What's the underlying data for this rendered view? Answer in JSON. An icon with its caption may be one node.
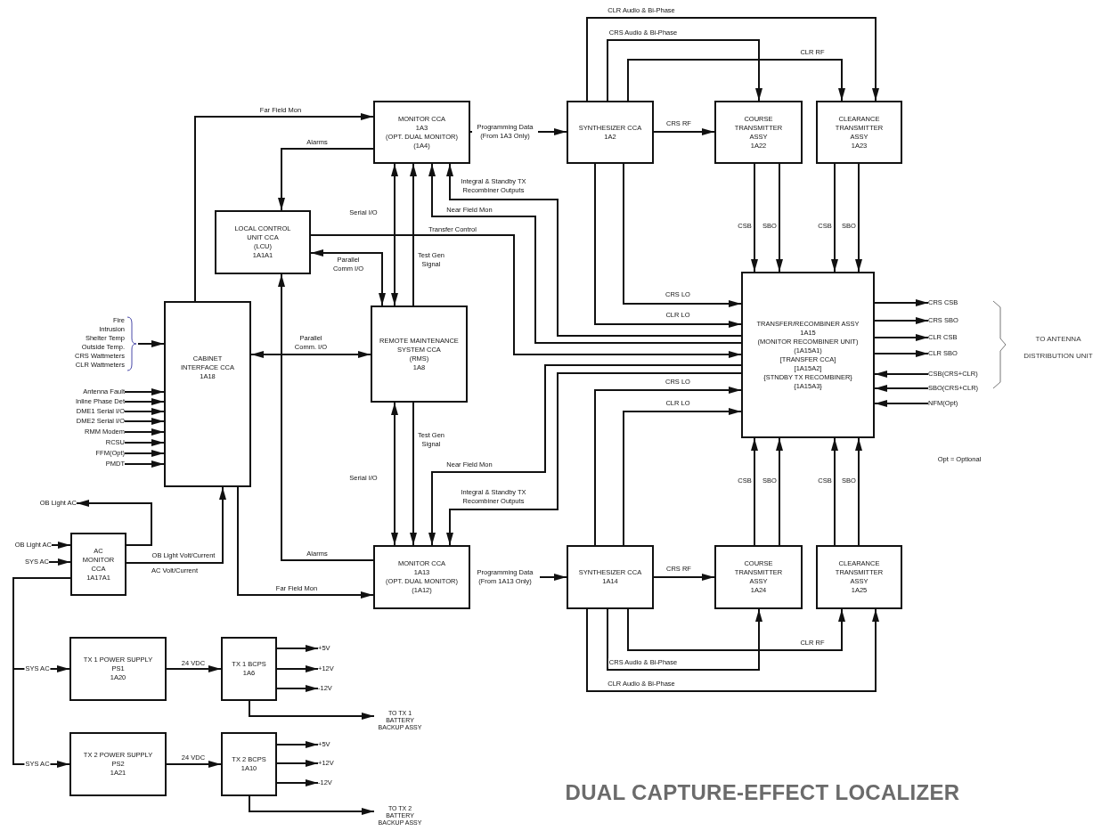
{
  "diagram": {
    "title": "DUAL CAPTURE-EFFECT LOCALIZER",
    "nodes": [
      {
        "text": [
          "MONITOR CCA",
          "1A3",
          "(OPT. DUAL MONITOR)",
          "(1A4)"
        ]
      },
      {
        "text": [
          "SYNTHESIZER CCA",
          "1A2"
        ]
      },
      {
        "text": [
          "COURSE",
          "TRANSMITTER",
          "ASSY",
          "1A22"
        ]
      },
      {
        "text": [
          "CLEARANCE",
          "TRANSMITTER",
          "ASSY",
          "1A23"
        ]
      },
      {
        "text": [
          "LOCAL CONTROL",
          "UNIT CCA",
          "(LCU)",
          "1A1A1"
        ]
      },
      {
        "text": [
          "REMOTE MAINTENANCE",
          "SYSTEM CCA",
          "(RMS)",
          "1A8"
        ]
      },
      {
        "text": [
          "CABINET",
          "INTERFACE CCA",
          "1A18"
        ]
      },
      {
        "text": [
          "TRANSFER/RECOMBINER ASSY",
          "1A15",
          "(MONITOR RECOMBINER UNIT)",
          "(1A15A1)",
          "[TRANSFER CCA]",
          "[1A15A2]",
          "{STNDBY TX RECOMBINER}",
          "{1A15A3}"
        ]
      },
      {
        "text": [
          "MONITOR CCA",
          "1A13",
          "(OPT. DUAL MONITOR)",
          "(1A12)"
        ]
      },
      {
        "text": [
          "SYNTHESIZER CCA",
          "1A14"
        ]
      },
      {
        "text": [
          "COURSE",
          "TRANSMITTER",
          "ASSY",
          "1A24"
        ]
      },
      {
        "text": [
          "CLEARANCE",
          "TRANSMITTER",
          "ASSY",
          "1A25"
        ]
      },
      {
        "text": [
          "Fire",
          "Intrusion",
          "Shelter Temp",
          "Outside Temp.",
          "CRS Wattmeters",
          "CLR Wattmeters"
        ]
      },
      {
        "text": [
          "Antenna Fault"
        ]
      },
      {
        "text": [
          "Inline Phase Det"
        ]
      },
      {
        "text": [
          "DME1 Serial I/O"
        ]
      },
      {
        "text": [
          "DME2 Serial I/O"
        ]
      },
      {
        "text": [
          "RMM Modem"
        ]
      },
      {
        "text": [
          "RCSU"
        ]
      },
      {
        "text": [
          "FFM(Opt)"
        ]
      },
      {
        "text": [
          "PMDT"
        ]
      },
      {
        "text": [
          "CRS CSB"
        ]
      },
      {
        "text": [
          "CRS SBO"
        ]
      },
      {
        "text": [
          "CLR CSB"
        ]
      },
      {
        "text": [
          "CLR SBO"
        ]
      },
      {
        "text": [
          "CSB(CRS+CLR)"
        ]
      },
      {
        "text": [
          "SBO(CRS+CLR)"
        ]
      },
      {
        "text": [
          "NFM(Opt)"
        ]
      },
      {
        "text": [
          "OB Light AC"
        ]
      },
      {
        "text": [
          "OB Light AC"
        ]
      },
      {
        "text": [
          "SYS AC"
        ]
      },
      {
        "text": [
          "AC",
          "MONITOR",
          "CCA",
          "1A17A1"
        ]
      },
      {
        "text": [
          "TX 1 POWER SUPPLY",
          "PS1",
          "1A20"
        ]
      },
      {
        "text": [
          "TX 1 BCPS",
          "1A6"
        ]
      },
      {
        "text": [
          "+5V"
        ]
      },
      {
        "text": [
          "+12V"
        ]
      },
      {
        "text": [
          "-12V"
        ]
      },
      {
        "text": [
          "TO TX 1 BATTERY BACKUP ASSY"
        ]
      },
      {
        "text": [
          "TX 2 POWER SUPPLY",
          "PS2",
          "1A21"
        ]
      },
      {
        "text": [
          "TX 2 BCPS",
          "1A10"
        ]
      },
      {
        "text": [
          "+5V"
        ]
      },
      {
        "text": [
          "+12V"
        ]
      },
      {
        "text": [
          "-12V"
        ]
      },
      {
        "text": [
          "TO TX 2 BATTERY BACKUP ASSY"
        ]
      }
    ],
    "edges": [
      {
        "from": 6,
        "to": 0,
        "arrow": "to",
        "label": "Far Field Mon"
      },
      {
        "from": 0,
        "to": 4,
        "arrow": "to",
        "label": "Alarms"
      },
      {
        "from": 8,
        "to": 4,
        "arrow": "to",
        "label": "Alarms"
      },
      {
        "from": 6,
        "to": 8,
        "arrow": "to",
        "label": "Far Field Mon"
      },
      {
        "from": 6,
        "to": 5,
        "arrow": "both",
        "label": "Parallel Comm. I/O"
      },
      {
        "from": 5,
        "to": 4,
        "arrow": "both",
        "label": "Parallel Comm I/O"
      },
      {
        "from": 4,
        "to": 7,
        "arrow": "to",
        "label": "Transfer Control"
      },
      {
        "from": 5,
        "to": 0,
        "arrow": "both",
        "label": "Serial I/O"
      },
      {
        "from": 5,
        "to": 0,
        "arrow": "to",
        "label": "Test Gen Signal"
      },
      {
        "from": 7,
        "to": 0,
        "arrow": "to",
        "label": "Near Field Mon"
      },
      {
        "from": 7,
        "to": 0,
        "arrow": "to",
        "label": "Integral & Standby TX Recombiner Outputs"
      },
      {
        "from": 0,
        "to": 1,
        "arrow": "to",
        "label": "Programming Data (From 1A3 Only)"
      },
      {
        "from": 1,
        "to": 2,
        "arrow": "to",
        "label": "CRS RF"
      },
      {
        "from": 1,
        "to": 3,
        "arrow": "to",
        "label": "CLR RF"
      },
      {
        "from": 1,
        "to": 2,
        "arrow": "to",
        "label": "CRS Audio & Bi-Phase"
      },
      {
        "from": 1,
        "to": 3,
        "arrow": "to",
        "label": "CLR Audio & Bi-Phase"
      },
      {
        "from": 1,
        "to": 7,
        "arrow": "to",
        "label": "CRS LO"
      },
      {
        "from": 1,
        "to": 7,
        "arrow": "to",
        "label": "CLR LO"
      },
      {
        "from": 2,
        "to": 7,
        "arrow": "to",
        "label": "CSB"
      },
      {
        "from": 2,
        "to": 7,
        "arrow": "to",
        "label": "SBO"
      },
      {
        "from": 3,
        "to": 7,
        "arrow": "to",
        "label": "CSB"
      },
      {
        "from": 3,
        "to": 7,
        "arrow": "to",
        "label": "SBO"
      },
      {
        "from": 5,
        "to": 8,
        "arrow": "both",
        "label": "Serial I/O"
      },
      {
        "from": 5,
        "to": 8,
        "arrow": "to",
        "label": "Test Gen Signal"
      },
      {
        "from": 7,
        "to": 8,
        "arrow": "to",
        "label": "Near Field Mon"
      },
      {
        "from": 7,
        "to": 8,
        "arrow": "to",
        "label": "Integral & Standby TX Recombiner Outputs"
      },
      {
        "from": 8,
        "to": 9,
        "arrow": "to",
        "label": "Programming Data (From 1A13 Only)"
      },
      {
        "from": 9,
        "to": 10,
        "arrow": "to",
        "label": "CRS RF"
      },
      {
        "from": 9,
        "to": 11,
        "arrow": "to",
        "label": "CLR RF"
      },
      {
        "from": 9,
        "to": 10,
        "arrow": "to",
        "label": "CRS Audio & Bi-Phase"
      },
      {
        "from": 9,
        "to": 11,
        "arrow": "to",
        "label": "CLR Audio & Bi-Phase"
      },
      {
        "from": 9,
        "to": 7,
        "arrow": "to",
        "label": "CRS LO"
      },
      {
        "from": 9,
        "to": 7,
        "arrow": "to",
        "label": "CLR LO"
      },
      {
        "from": 10,
        "to": 7,
        "arrow": "to",
        "label": "CSB"
      },
      {
        "from": 10,
        "to": 7,
        "arrow": "to",
        "label": "SBO"
      },
      {
        "from": 11,
        "to": 7,
        "arrow": "to",
        "label": "CSB"
      },
      {
        "from": 11,
        "to": 7,
        "arrow": "to",
        "label": "SBO"
      },
      {
        "from": 12,
        "to": 6,
        "arrow": "to"
      },
      {
        "from": 13,
        "to": 6,
        "arrow": "to"
      },
      {
        "from": 14,
        "to": 6,
        "arrow": "to"
      },
      {
        "from": 15,
        "to": 6,
        "arrow": "to"
      },
      {
        "from": 16,
        "to": 6,
        "arrow": "to"
      },
      {
        "from": 17,
        "to": 6,
        "arrow": "to"
      },
      {
        "from": 18,
        "to": 6,
        "arrow": "to"
      },
      {
        "from": 19,
        "to": 6,
        "arrow": "to"
      },
      {
        "from": 20,
        "to": 6,
        "arrow": "to"
      },
      {
        "from": 7,
        "to": 21,
        "arrow": "to"
      },
      {
        "from": 7,
        "to": 22,
        "arrow": "to"
      },
      {
        "from": 7,
        "to": 23,
        "arrow": "to"
      },
      {
        "from": 7,
        "to": 24,
        "arrow": "to"
      },
      {
        "from": 25,
        "to": 7,
        "arrow": "to"
      },
      {
        "from": 26,
        "to": 7,
        "arrow": "to"
      },
      {
        "from": 27,
        "to": 7,
        "arrow": "to"
      },
      {
        "from": 29,
        "to": 31,
        "arrow": "to"
      },
      {
        "from": 30,
        "to": 31,
        "arrow": "to"
      },
      {
        "from": 31,
        "to": 28,
        "arrow": "to"
      },
      {
        "from": 31,
        "to": 6,
        "arrow": "to",
        "label": "OB Light Volt/Current"
      },
      {
        "from": 31,
        "to": 32,
        "arrow": "to",
        "label": "SYS AC"
      },
      {
        "from": 31,
        "to": 38,
        "arrow": "to",
        "label": "SYS AC"
      },
      {
        "from": 32,
        "to": 33,
        "arrow": "to",
        "label": "24 VDC"
      },
      {
        "from": 33,
        "to": 34,
        "arrow": "to"
      },
      {
        "from": 33,
        "to": 35,
        "arrow": "to"
      },
      {
        "from": 33,
        "to": 36,
        "arrow": "to"
      },
      {
        "from": 33,
        "to": 37,
        "arrow": "to"
      },
      {
        "from": 38,
        "to": 39,
        "arrow": "to",
        "label": "24 VDC"
      },
      {
        "from": 39,
        "to": 40,
        "arrow": "to"
      },
      {
        "from": 39,
        "to": 41,
        "arrow": "to"
      },
      {
        "from": 39,
        "to": 42,
        "arrow": "to"
      },
      {
        "from": 39,
        "to": 43,
        "arrow": "to"
      }
    ],
    "labels": [
      "TO ANTENNA DISTRIBUTION UNIT",
      "Opt = Optional",
      "AC Volt/Current"
    ]
  }
}
